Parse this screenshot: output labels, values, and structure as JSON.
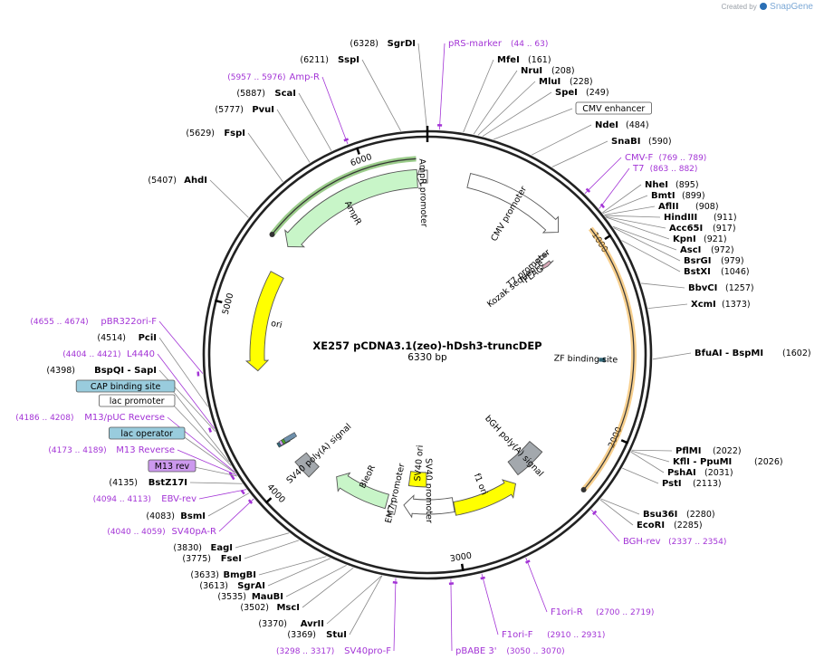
{
  "branding": {
    "created_by": "Created by",
    "app": "SnapGene"
  },
  "plasmid": {
    "name": "XE257 pCDNA3.1(zeo)-hDsh3-truncDEP",
    "size_label": "6330 bp",
    "length": 6330
  },
  "ticks": [
    {
      "pos": 1000,
      "label": "1000"
    },
    {
      "pos": 2000,
      "label": "2000"
    },
    {
      "pos": 3000,
      "label": "3000"
    },
    {
      "pos": 4000,
      "label": "4000"
    },
    {
      "pos": 5000,
      "label": "5000"
    },
    {
      "pos": 6000,
      "label": "6000"
    }
  ],
  "features": [
    {
      "label": "CMV promoter",
      "start": 235,
      "end": 824,
      "color": "#ffffff",
      "stroke": "#555555",
      "dir": 1
    },
    {
      "label": "T7 promoter",
      "start": 863,
      "end": 882,
      "color": "#ffffff",
      "stroke": "#555555",
      "dir": 1
    },
    {
      "label": "FLAG",
      "start": 920,
      "end": 943,
      "color": "#d9a9b9",
      "stroke": "#555555",
      "dir": 1
    },
    {
      "label": "Kozak sequence",
      "start": 897,
      "end": 906,
      "color": "#cccccc",
      "stroke": "#555555",
      "dir": 0
    },
    {
      "label": "ZF binding site",
      "start": 1602,
      "end": 1620,
      "color": "#336677",
      "stroke": "#336677",
      "dir": 0
    },
    {
      "label": "bGH poly(A) signal",
      "start": 2290,
      "end": 2514,
      "color": "#a3a8ad",
      "stroke": "#555555",
      "dir": 0
    },
    {
      "label": "f1 ori",
      "start": 2560,
      "end": 2988,
      "color": "#ffff00",
      "stroke": "#555555",
      "dir": -1
    },
    {
      "label": "SV40 promoter",
      "start": 2992,
      "end": 3322,
      "color": "#ffffff",
      "stroke": "#555555",
      "dir": 1
    },
    {
      "label": "SV40 ori",
      "start": 3173,
      "end": 3308,
      "color": "#ffff00",
      "stroke": "#555555",
      "dir": 0
    },
    {
      "label": "EM7 promoter",
      "start": 3370,
      "end": 3417,
      "color": "#ffffff",
      "stroke": "#555555",
      "dir": 1
    },
    {
      "label": "BleoR",
      "start": 3436,
      "end": 3810,
      "color": "#c8f5c8",
      "stroke": "#555555",
      "dir": 1
    },
    {
      "label": "SV40 poly(A) signal",
      "start": 3941,
      "end": 4062,
      "color": "#a3a8ad",
      "stroke": "#555555",
      "dir": 0
    },
    {
      "label": "ori",
      "start": 4653,
      "end": 5241,
      "color": "#ffff00",
      "stroke": "#555555",
      "dir": -1
    },
    {
      "label": "AmpR",
      "start": 5412,
      "end": 6272,
      "color": "#c8f5c8",
      "stroke": "#555555",
      "dir": -1
    },
    {
      "label": "AmpR promoter",
      "start": 6272,
      "end": 6330,
      "color": "#ffffff",
      "stroke": "#555555",
      "dir": -1
    }
  ],
  "orfs": [
    {
      "label": "AmpR ORF",
      "start": 5412,
      "end": 6272,
      "color": "#49a32b"
    },
    {
      "label": "hDsh3 ORF",
      "start": 919,
      "end": 2300,
      "color": "#f0a830"
    }
  ],
  "small_features": [
    {
      "label": "lac operator",
      "color": "#99ccdd"
    },
    {
      "label": "M13 rev",
      "color": "#cc99ee"
    },
    {
      "label": "CAP binding site",
      "color": "#99ccdd"
    },
    {
      "label": "lac promoter",
      "color": "#ffffff"
    }
  ],
  "annotations": {
    "left": [
      {
        "name": "SgrDI",
        "pos": "(6328)",
        "type": "enzyme"
      },
      {
        "name": "SspI",
        "pos": "(6211)",
        "type": "enzyme"
      },
      {
        "name": "Amp-R",
        "pos": "(5957 .. 5976)",
        "type": "primer"
      },
      {
        "name": "ScaI",
        "pos": "(5887)",
        "type": "enzyme"
      },
      {
        "name": "PvuI",
        "pos": "(5777)",
        "type": "enzyme"
      },
      {
        "name": "FspI",
        "pos": "(5629)",
        "type": "enzyme"
      },
      {
        "name": "AhdI",
        "pos": "(5407)",
        "type": "enzyme"
      },
      {
        "name": "pBR322ori-F",
        "pos": "(4655 .. 4674)",
        "type": "primer"
      },
      {
        "name": "PciI",
        "pos": "(4514)",
        "type": "enzyme"
      },
      {
        "name": "L4440",
        "pos": "(4404 .. 4421)",
        "type": "primer"
      },
      {
        "name": "BspQI - SapI",
        "pos": "(4398)",
        "type": "enzyme"
      },
      {
        "name": "CAP binding site",
        "pos": "",
        "type": "feature"
      },
      {
        "name": "lac promoter",
        "pos": "",
        "type": "feature"
      },
      {
        "name": "M13/pUC Reverse",
        "pos": "(4186 .. 4208)",
        "type": "primer"
      },
      {
        "name": "lac operator",
        "pos": "",
        "type": "feature"
      },
      {
        "name": "M13 Reverse",
        "pos": "(4173 .. 4189)",
        "type": "primer"
      },
      {
        "name": "M13 rev",
        "pos": "",
        "type": "feature"
      },
      {
        "name": "BstZ17I",
        "pos": "(4135)",
        "type": "enzyme"
      },
      {
        "name": "EBV-rev",
        "pos": "(4094 .. 4113)",
        "type": "primer"
      },
      {
        "name": "BsmI",
        "pos": "(4083)",
        "type": "enzyme"
      },
      {
        "name": "SV40pA-R",
        "pos": "(4040 .. 4059)",
        "type": "primer"
      },
      {
        "name": "EagI",
        "pos": "(3830)",
        "type": "enzyme"
      },
      {
        "name": "FseI",
        "pos": "(3775)",
        "type": "enzyme"
      },
      {
        "name": "BmgBI",
        "pos": "(3633)",
        "type": "enzyme"
      },
      {
        "name": "SgrAI",
        "pos": "(3613)",
        "type": "enzyme"
      },
      {
        "name": "MauBI",
        "pos": "(3535)",
        "type": "enzyme"
      },
      {
        "name": "MscI",
        "pos": "(3502)",
        "type": "enzyme"
      },
      {
        "name": "AvrII",
        "pos": "(3370)",
        "type": "enzyme"
      },
      {
        "name": "StuI",
        "pos": "(3369)",
        "type": "enzyme"
      },
      {
        "name": "SV40pro-F",
        "pos": "(3298 .. 3317)",
        "type": "primer"
      }
    ],
    "right": [
      {
        "name": "pRS-marker",
        "pos": "(44 .. 63)",
        "type": "primer"
      },
      {
        "name": "MfeI",
        "pos": "(161)",
        "type": "enzyme"
      },
      {
        "name": "NruI",
        "pos": "(208)",
        "type": "enzyme"
      },
      {
        "name": "MluI",
        "pos": "(228)",
        "type": "enzyme"
      },
      {
        "name": "SpeI",
        "pos": "(249)",
        "type": "enzyme"
      },
      {
        "name": "CMV enhancer",
        "pos": "",
        "type": "feature"
      },
      {
        "name": "NdeI",
        "pos": "(484)",
        "type": "enzyme"
      },
      {
        "name": "SnaBI",
        "pos": "(590)",
        "type": "enzyme"
      },
      {
        "name": "CMV-F",
        "pos": "(769 .. 789)",
        "type": "primer"
      },
      {
        "name": "T7",
        "pos": "(863 .. 882)",
        "type": "primer"
      },
      {
        "name": "NheI",
        "pos": "(895)",
        "type": "enzyme"
      },
      {
        "name": "BmtI",
        "pos": "(899)",
        "type": "enzyme"
      },
      {
        "name": "AflII",
        "pos": "(908)",
        "type": "enzyme"
      },
      {
        "name": "HindIII",
        "pos": "(911)",
        "type": "enzyme"
      },
      {
        "name": "Acc65I",
        "pos": "(917)",
        "type": "enzyme"
      },
      {
        "name": "KpnI",
        "pos": "(921)",
        "type": "enzyme"
      },
      {
        "name": "AscI",
        "pos": "(972)",
        "type": "enzyme"
      },
      {
        "name": "BsrGI",
        "pos": "(979)",
        "type": "enzyme"
      },
      {
        "name": "BstXI",
        "pos": "(1046)",
        "type": "enzyme"
      },
      {
        "name": "BbvCI",
        "pos": "(1257)",
        "type": "enzyme"
      },
      {
        "name": "XcmI",
        "pos": "(1373)",
        "type": "enzyme"
      },
      {
        "name": "BfuAI - BspMI",
        "pos": "(1602)",
        "type": "enzyme"
      },
      {
        "name": "PflMI",
        "pos": "(2022)",
        "type": "enzyme"
      },
      {
        "name": "KflI - PpuMI",
        "pos": "(2026)",
        "type": "enzyme"
      },
      {
        "name": "PshAI",
        "pos": "(2031)",
        "type": "enzyme"
      },
      {
        "name": "PstI",
        "pos": "(2113)",
        "type": "enzyme"
      },
      {
        "name": "Bsu36I",
        "pos": "(2280)",
        "type": "enzyme"
      },
      {
        "name": "EcoRI",
        "pos": "(2285)",
        "type": "enzyme"
      },
      {
        "name": "BGH-rev",
        "pos": "(2337 .. 2354)",
        "type": "primer"
      },
      {
        "name": "F1ori-R",
        "pos": "(2700 .. 2719)",
        "type": "primer"
      },
      {
        "name": "F1ori-F",
        "pos": "(2910 .. 2931)",
        "type": "primer"
      },
      {
        "name": "pBABE 3'",
        "pos": "(3050 .. 3070)",
        "type": "primer"
      }
    ]
  }
}
